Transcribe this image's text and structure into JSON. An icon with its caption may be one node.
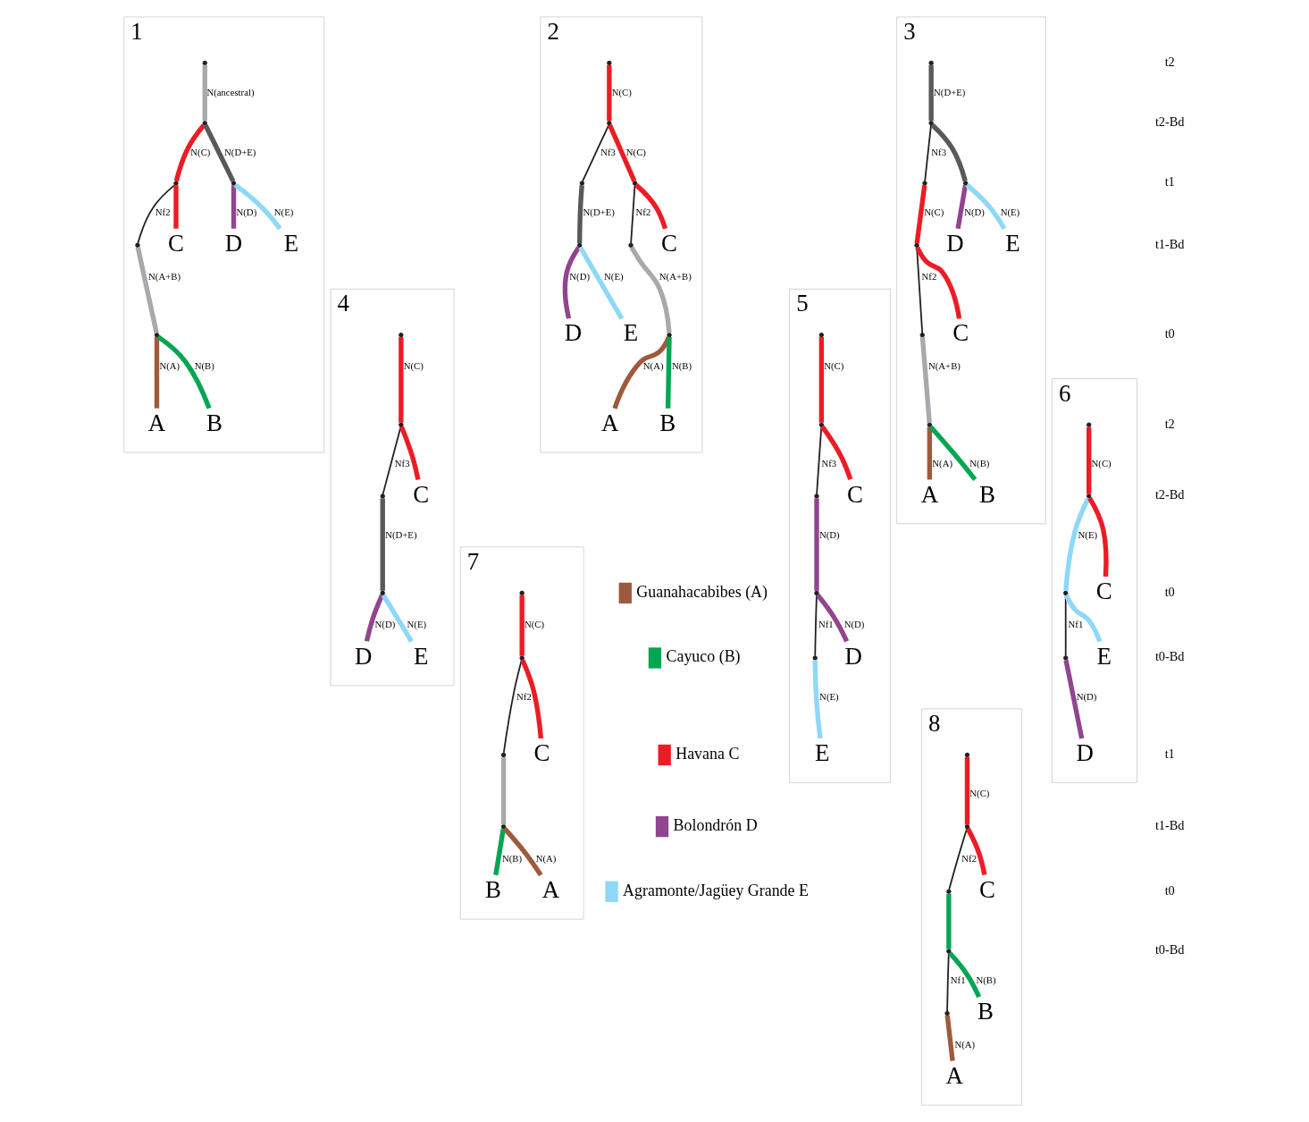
{
  "diagram": {
    "nodes": [
      {
        "text": [
          "1"
        ]
      },
      {
        "text": [],
        "shape": "point",
        "in": 0
      },
      {
        "text": [],
        "shape": "point",
        "in": 0
      },
      {
        "text": [],
        "shape": "point",
        "in": 0
      },
      {
        "text": [],
        "shape": "point",
        "in": 0
      },
      {
        "text": [],
        "shape": "point",
        "in": 0
      },
      {
        "text": [],
        "shape": "point",
        "in": 0
      },
      {
        "text": [
          "A"
        ],
        "in": 0
      },
      {
        "text": [
          "B"
        ],
        "in": 0
      },
      {
        "text": [
          "C"
        ],
        "in": 0
      },
      {
        "text": [
          "D"
        ],
        "in": 0
      },
      {
        "text": [
          "E"
        ],
        "in": 0
      },
      {
        "text": [
          "2"
        ]
      },
      {
        "text": [],
        "shape": "point",
        "in": 12
      },
      {
        "text": [],
        "shape": "point",
        "in": 12
      },
      {
        "text": [],
        "shape": "point",
        "in": 12
      },
      {
        "text": [],
        "shape": "point",
        "in": 12
      },
      {
        "text": [],
        "shape": "point",
        "in": 12
      },
      {
        "text": [],
        "shape": "point",
        "in": 12
      },
      {
        "text": [],
        "shape": "point",
        "in": 12
      },
      {
        "text": [
          "A"
        ],
        "in": 12
      },
      {
        "text": [
          "B"
        ],
        "in": 12
      },
      {
        "text": [
          "C"
        ],
        "in": 12
      },
      {
        "text": [
          "D"
        ],
        "in": 12
      },
      {
        "text": [
          "E"
        ],
        "in": 12
      },
      {
        "text": [
          "3"
        ]
      },
      {
        "text": [],
        "shape": "point",
        "in": 25
      },
      {
        "text": [],
        "shape": "point",
        "in": 25
      },
      {
        "text": [],
        "shape": "point",
        "in": 25
      },
      {
        "text": [],
        "shape": "point",
        "in": 25
      },
      {
        "text": [],
        "shape": "point",
        "in": 25
      },
      {
        "text": [],
        "shape": "point",
        "in": 25
      },
      {
        "text": [],
        "shape": "point",
        "in": 25
      },
      {
        "text": [
          "A"
        ],
        "in": 25
      },
      {
        "text": [
          "B"
        ],
        "in": 25
      },
      {
        "text": [
          "C"
        ],
        "in": 25
      },
      {
        "text": [
          "D"
        ],
        "in": 25
      },
      {
        "text": [
          "E"
        ],
        "in": 25
      },
      {
        "text": [
          "4"
        ]
      },
      {
        "text": [],
        "shape": "point",
        "in": 38
      },
      {
        "text": [],
        "shape": "point",
        "in": 38
      },
      {
        "text": [],
        "shape": "point",
        "in": 38
      },
      {
        "text": [],
        "shape": "point",
        "in": 38
      },
      {
        "text": [
          "C"
        ],
        "in": 38
      },
      {
        "text": [
          "D"
        ],
        "in": 38
      },
      {
        "text": [
          "E"
        ],
        "in": 38
      },
      {
        "text": [
          "5"
        ]
      },
      {
        "text": [],
        "shape": "point",
        "in": 46
      },
      {
        "text": [],
        "shape": "point",
        "in": 46
      },
      {
        "text": [],
        "shape": "point",
        "in": 46
      },
      {
        "text": [],
        "shape": "point",
        "in": 46
      },
      {
        "text": [],
        "shape": "point",
        "in": 46
      },
      {
        "text": [
          "C"
        ],
        "in": 46
      },
      {
        "text": [
          "D"
        ],
        "in": 46
      },
      {
        "text": [
          "E"
        ],
        "in": 46
      },
      {
        "text": [
          "6"
        ]
      },
      {
        "text": [],
        "shape": "point",
        "in": 55
      },
      {
        "text": [],
        "shape": "point",
        "in": 55
      },
      {
        "text": [],
        "shape": "point",
        "in": 55
      },
      {
        "text": [],
        "shape": "point",
        "in": 55
      },
      {
        "text": [
          "C"
        ],
        "in": 55
      },
      {
        "text": [
          "D"
        ],
        "in": 55
      },
      {
        "text": [
          "E"
        ],
        "in": 55
      },
      {
        "text": [
          "7"
        ]
      },
      {
        "text": [],
        "shape": "point",
        "in": 63
      },
      {
        "text": [],
        "shape": "point",
        "in": 63
      },
      {
        "text": [],
        "shape": "point",
        "in": 63
      },
      {
        "text": [],
        "shape": "point",
        "in": 63
      },
      {
        "text": [
          "C"
        ],
        "in": 63
      },
      {
        "text": [
          "B"
        ],
        "in": 63
      },
      {
        "text": [
          "A"
        ],
        "in": 63
      },
      {
        "text": [
          "8"
        ]
      },
      {
        "text": [],
        "shape": "point",
        "in": 71
      },
      {
        "text": [],
        "shape": "point",
        "in": 71
      },
      {
        "text": [],
        "shape": "point",
        "in": 71
      },
      {
        "text": [],
        "shape": "point",
        "in": 71
      },
      {
        "text": [],
        "shape": "point",
        "in": 71
      },
      {
        "text": [
          "C"
        ],
        "in": 71
      },
      {
        "text": [
          "B"
        ],
        "in": 71
      },
      {
        "text": [
          "A"
        ],
        "in": 71
      }
    ],
    "edges": [
      {
        "from": 1,
        "to": 2,
        "arrow": "none",
        "label": "N(ancestral)",
        "color": "#a7a9ac"
      },
      {
        "from": 2,
        "to": 3,
        "arrow": "none",
        "label": "N(C)",
        "color": "#ed1c24"
      },
      {
        "from": 2,
        "to": 6,
        "arrow": "none",
        "label": "N(D+E)",
        "color": "#58595b"
      },
      {
        "from": 3,
        "to": 9,
        "arrow": "none",
        "color": "#ed1c24"
      },
      {
        "from": 3,
        "to": 4,
        "arrow": "none",
        "label": "Nf2",
        "color": "#231f20"
      },
      {
        "from": 4,
        "to": 5,
        "arrow": "none",
        "label": "N(A+B)",
        "color": "#a7a9ac"
      },
      {
        "from": 5,
        "to": 7,
        "arrow": "none",
        "label": "N(A)",
        "color": "#9e5a3c"
      },
      {
        "from": 5,
        "to": 8,
        "arrow": "none",
        "label": "N(B)",
        "color": "#00a651"
      },
      {
        "from": 6,
        "to": 10,
        "arrow": "none",
        "label": "N(D)",
        "color": "#92458f"
      },
      {
        "from": 6,
        "to": 11,
        "arrow": "none",
        "label": "N(E)",
        "color": "#8ed8f8"
      },
      {
        "from": 13,
        "to": 14,
        "arrow": "none",
        "label": "N(C)",
        "color": "#ed1c24"
      },
      {
        "from": 14,
        "to": 15,
        "arrow": "none",
        "label": "Nf3",
        "color": "#231f20"
      },
      {
        "from": 15,
        "to": 16,
        "arrow": "none",
        "label": "N(D+E)",
        "color": "#58595b"
      },
      {
        "from": 14,
        "to": 17,
        "arrow": "none",
        "label": "N(C)",
        "color": "#ed1c24"
      },
      {
        "from": 17,
        "to": 22,
        "arrow": "none",
        "color": "#ed1c24"
      },
      {
        "from": 17,
        "to": 18,
        "arrow": "none",
        "label": "Nf2",
        "color": "#231f20"
      },
      {
        "from": 18,
        "to": 19,
        "arrow": "none",
        "label": "N(A+B)",
        "color": "#a7a9ac"
      },
      {
        "from": 19,
        "to": 20,
        "arrow": "none",
        "label": "N(A)",
        "color": "#9e5a3c"
      },
      {
        "from": 19,
        "to": 21,
        "arrow": "none",
        "label": "N(B)",
        "color": "#00a651"
      },
      {
        "from": 16,
        "to": 23,
        "arrow": "none",
        "label": "N(D)",
        "color": "#92458f"
      },
      {
        "from": 16,
        "to": 24,
        "arrow": "none",
        "label": "N(E)",
        "color": "#8ed8f8"
      },
      {
        "from": 26,
        "to": 27,
        "arrow": "none",
        "label": "N(D+E)",
        "color": "#58595b"
      },
      {
        "from": 27,
        "to": 28,
        "arrow": "none",
        "label": "Nf3",
        "color": "#231f20"
      },
      {
        "from": 28,
        "to": 29,
        "arrow": "none",
        "label": "N(C)",
        "color": "#ed1c24"
      },
      {
        "from": 29,
        "to": 35,
        "arrow": "none",
        "color": "#ed1c24"
      },
      {
        "from": 29,
        "to": 30,
        "arrow": "none",
        "label": "Nf2",
        "color": "#231f20"
      },
      {
        "from": 30,
        "to": 31,
        "arrow": "none",
        "label": "N(A+B)",
        "color": "#a7a9ac"
      },
      {
        "from": 31,
        "to": 33,
        "arrow": "none",
        "label": "N(A)",
        "color": "#9e5a3c"
      },
      {
        "from": 31,
        "to": 34,
        "arrow": "none",
        "label": "N(B)",
        "color": "#00a651"
      },
      {
        "from": 27,
        "to": 32,
        "arrow": "none",
        "color": "#58595b"
      },
      {
        "from": 32,
        "to": 36,
        "arrow": "none",
        "label": "N(D)",
        "color": "#92458f"
      },
      {
        "from": 32,
        "to": 37,
        "arrow": "none",
        "label": "N(E)",
        "color": "#8ed8f8"
      },
      {
        "from": 39,
        "to": 40,
        "arrow": "none",
        "label": "N(C)",
        "color": "#ed1c24"
      },
      {
        "from": 40,
        "to": 43,
        "arrow": "none",
        "color": "#ed1c24"
      },
      {
        "from": 40,
        "to": 41,
        "arrow": "none",
        "label": "Nf3",
        "color": "#231f20"
      },
      {
        "from": 41,
        "to": 42,
        "arrow": "none",
        "label": "N(D+E)",
        "color": "#58595b"
      },
      {
        "from": 42,
        "to": 44,
        "arrow": "none",
        "label": "N(D)",
        "color": "#92458f"
      },
      {
        "from": 42,
        "to": 45,
        "arrow": "none",
        "label": "N(E)",
        "color": "#8ed8f8"
      },
      {
        "from": 47,
        "to": 48,
        "arrow": "none",
        "label": "N(C)",
        "color": "#ed1c24"
      },
      {
        "from": 48,
        "to": 52,
        "arrow": "none",
        "color": "#ed1c24"
      },
      {
        "from": 48,
        "to": 49,
        "arrow": "none",
        "label": "Nf3",
        "color": "#231f20"
      },
      {
        "from": 49,
        "to": 50,
        "arrow": "none",
        "label": "N(D)",
        "color": "#92458f"
      },
      {
        "from": 50,
        "to": 53,
        "arrow": "none",
        "label": "N(D)",
        "color": "#92458f"
      },
      {
        "from": 50,
        "to": 51,
        "arrow": "none",
        "label": "Nf1",
        "color": "#231f20"
      },
      {
        "from": 51,
        "to": 54,
        "arrow": "none",
        "label": "N(E)",
        "color": "#8ed8f8"
      },
      {
        "from": 56,
        "to": 57,
        "arrow": "none",
        "label": "N(C)",
        "color": "#ed1c24"
      },
      {
        "from": 57,
        "to": 60,
        "arrow": "none",
        "color": "#ed1c24"
      },
      {
        "from": 57,
        "to": 58,
        "arrow": "none",
        "label": "N(E)",
        "color": "#8ed8f8"
      },
      {
        "from": 58,
        "to": 62,
        "arrow": "none",
        "color": "#8ed8f8"
      },
      {
        "from": 58,
        "to": 59,
        "arrow": "none",
        "label": "Nf1",
        "color": "#231f20"
      },
      {
        "from": 59,
        "to": 61,
        "arrow": "none",
        "label": "N(D)",
        "color": "#92458f"
      },
      {
        "from": 64,
        "to": 65,
        "arrow": "none",
        "label": "N(C)",
        "color": "#ed1c24"
      },
      {
        "from": 65,
        "to": 68,
        "arrow": "none",
        "color": "#ed1c24"
      },
      {
        "from": 65,
        "to": 66,
        "arrow": "none",
        "label": "Nf2",
        "color": "#231f20"
      },
      {
        "from": 66,
        "to": 67,
        "arrow": "none",
        "color": "#a7a9ac"
      },
      {
        "from": 67,
        "to": 69,
        "arrow": "none",
        "label": "N(B)",
        "color": "#00a651"
      },
      {
        "from": 67,
        "to": 70,
        "arrow": "none",
        "label": "N(A)",
        "color": "#9e5a3c"
      },
      {
        "from": 72,
        "to": 73,
        "arrow": "none",
        "label": "N(C)",
        "color": "#ed1c24"
      },
      {
        "from": 73,
        "to": 77,
        "arrow": "none",
        "color": "#ed1c24"
      },
      {
        "from": 73,
        "to": 74,
        "arrow": "none",
        "label": "Nf2",
        "color": "#231f20"
      },
      {
        "from": 74,
        "to": 75,
        "arrow": "none",
        "color": "#00a651"
      },
      {
        "from": 75,
        "to": 78,
        "arrow": "none",
        "label": "N(B)",
        "color": "#00a651"
      },
      {
        "from": 75,
        "to": 76,
        "arrow": "none",
        "label": "Nf1",
        "color": "#231f20"
      },
      {
        "from": 76,
        "to": 79,
        "arrow": "none",
        "label": "N(A)",
        "color": "#9e5a3c"
      }
    ],
    "labels": [
      "t2",
      "t2-Bd",
      "t1",
      "t1-Bd",
      "t0",
      "t2",
      "t2-Bd",
      "t0",
      "t0-Bd",
      "t1",
      "t1-Bd",
      "t0",
      "t0-Bd"
    ],
    "legend": [
      {
        "text": "Guanahacabibes (A)",
        "color": "#9e5a3c"
      },
      {
        "text": "Cayuco (B)",
        "color": "#00a651"
      },
      {
        "text": "Havana C",
        "color": "#ed1c24"
      },
      {
        "text": "Bolondrón D",
        "color": "#92458f"
      },
      {
        "text": "Agramonte/Jagüey Grande E",
        "color": "#8ed8f8"
      }
    ]
  }
}
